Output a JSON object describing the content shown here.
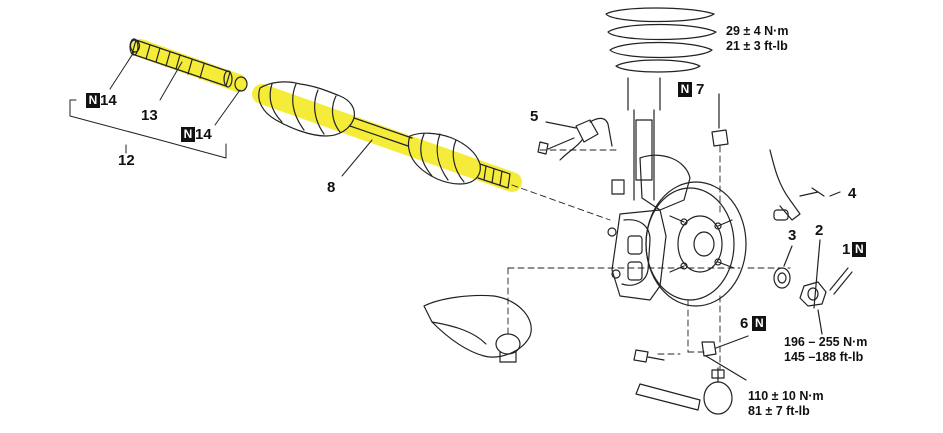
{
  "callouts": {
    "c13": "13",
    "c12": "12",
    "c8": "8",
    "c14a": "14",
    "c14b": "14",
    "c5": "5",
    "c7": "7",
    "c4": "4",
    "c3": "3",
    "c2": "2",
    "c1": "1",
    "c6": "6"
  },
  "new_part_mark": "N",
  "torque": {
    "t7_nm": "29 ± 4 N·m",
    "t7_ftlb": "21 ± 3 ft-lb",
    "t2_nm": "196 – 255 N·m",
    "t2_ftlb": "145 –188 ft-lb",
    "t6_nm": "110 ± 10 N·m",
    "t6_ftlb": "81 ± 7 ft-lb"
  },
  "colors": {
    "highlight": "#f5ec3a",
    "line": "#222222",
    "label_box": "#111111"
  }
}
